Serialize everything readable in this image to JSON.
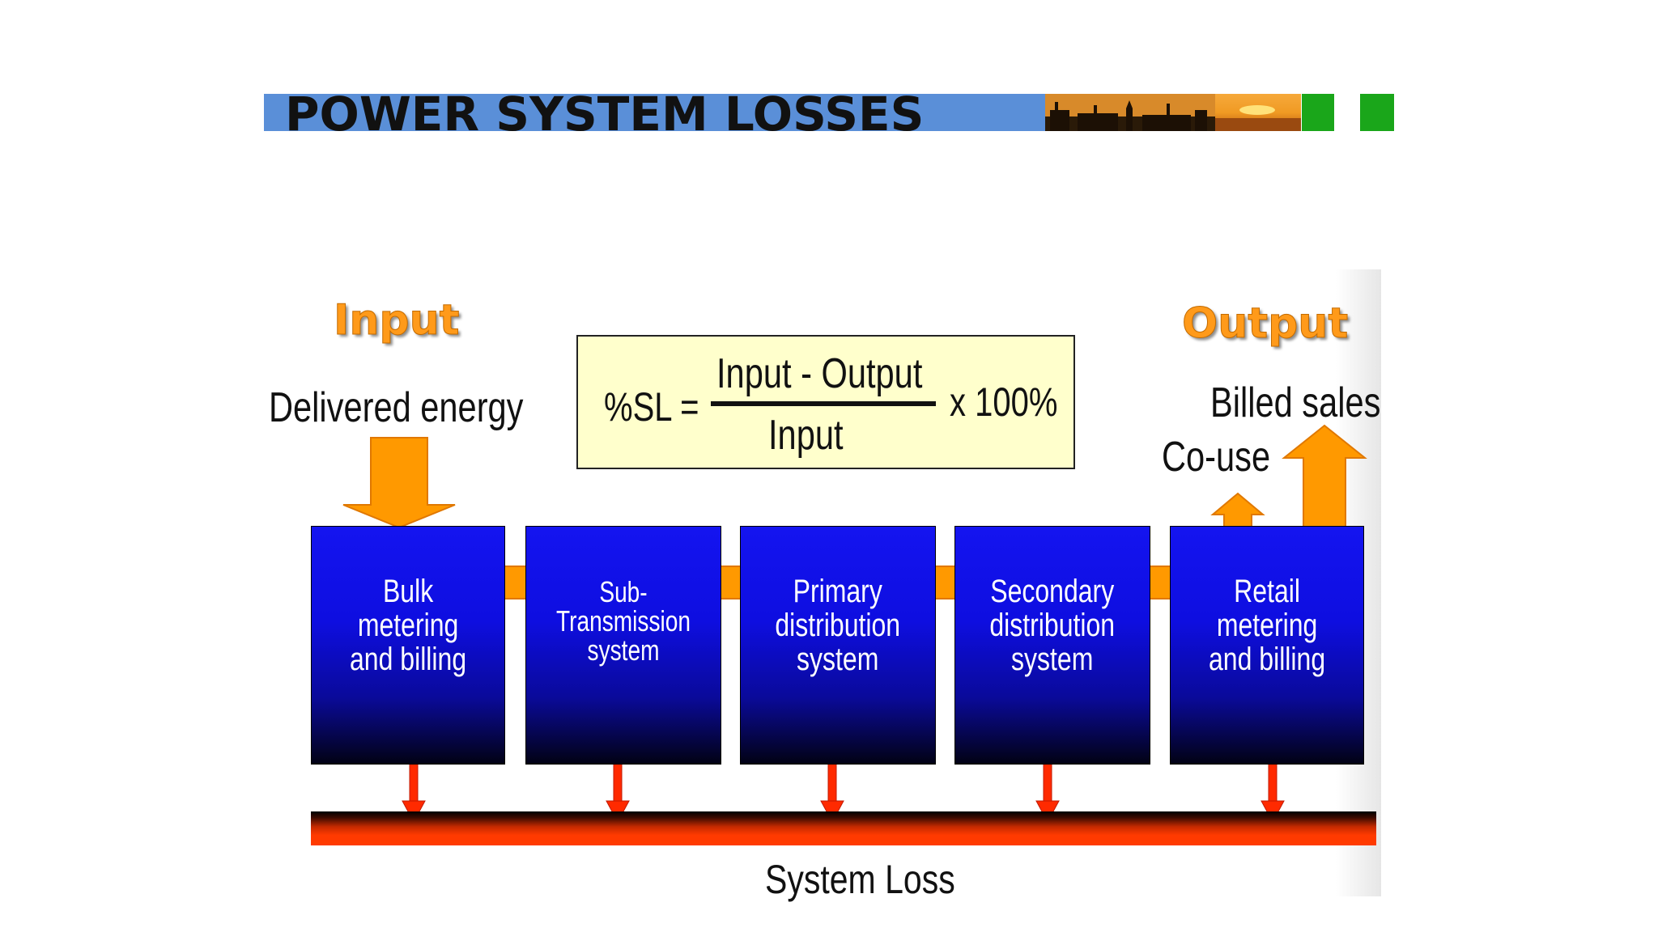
{
  "header": {
    "title": "POWER SYSTEM LOSSES"
  },
  "diagram": {
    "input_title": "Input",
    "output_title": "Output",
    "delivered_energy": "Delivered energy",
    "billed_sales": "Billed sales",
    "co_use": "Co-use",
    "system_loss": "System Loss",
    "formula": {
      "lhs": "%SL =",
      "numerator": "Input - Output",
      "denominator": "Input",
      "rhs": "x 100%"
    },
    "stages": [
      "Bulk\nmetering\nand billing",
      "Sub-Transmission\nsystem",
      "Primary\ndistribution\nsystem",
      "Secondary\ndistribution\nsystem",
      "Retail\nmetering\nand billing"
    ]
  },
  "colors": {
    "header_bar": "#5a8fd8",
    "accent_green": "#1aa61a",
    "arrow_orange": "#ff9900",
    "stage_blue": "#1414f0",
    "loss_red": "#ff3b00",
    "formula_bg": "#ffffcc"
  }
}
